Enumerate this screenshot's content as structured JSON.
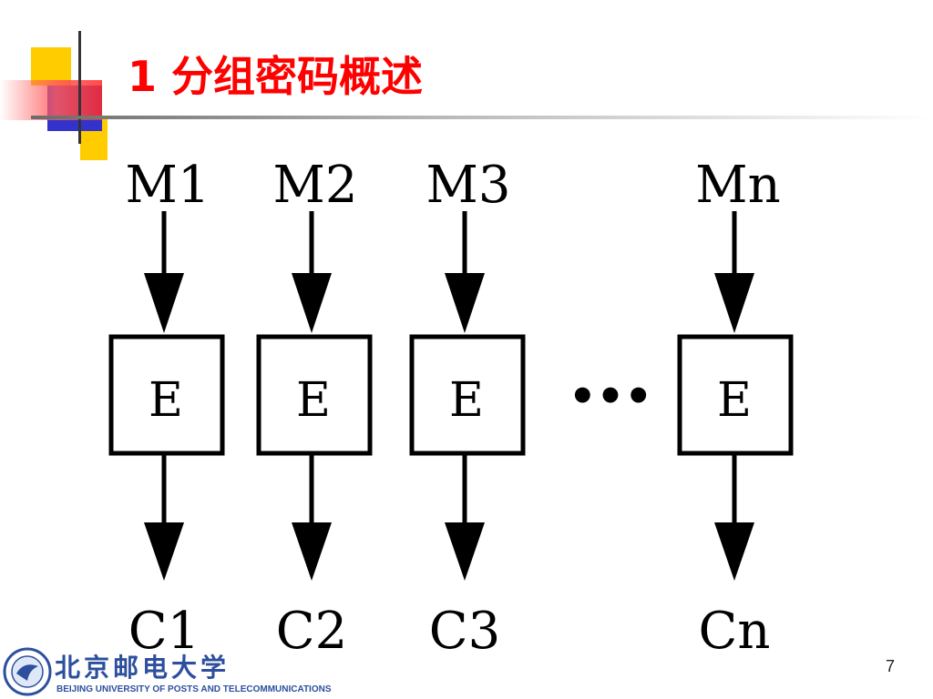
{
  "slide": {
    "title": "1 分组密码概述",
    "page_number": "7"
  },
  "colors": {
    "title": "#ff0000",
    "accent_yellow": "#ffcc00",
    "accent_blue": "#3333cc",
    "accent_red": "#ff3333",
    "logo_blue": "#2d4f9e"
  },
  "diagram": {
    "blocks": [
      {
        "input": "M1",
        "box": "E",
        "output": "C1"
      },
      {
        "input": "M2",
        "box": "E",
        "output": "C2"
      },
      {
        "input": "M3",
        "box": "E",
        "output": "C3"
      },
      {
        "input": "Mn",
        "box": "E",
        "output": "Cn"
      }
    ],
    "ellipsis": "•••"
  },
  "logo": {
    "chinese_name": "北京邮电大学",
    "english_name": "BEIJING UNIVERSITY OF POSTS AND TELECOMMUNICATIONS"
  }
}
